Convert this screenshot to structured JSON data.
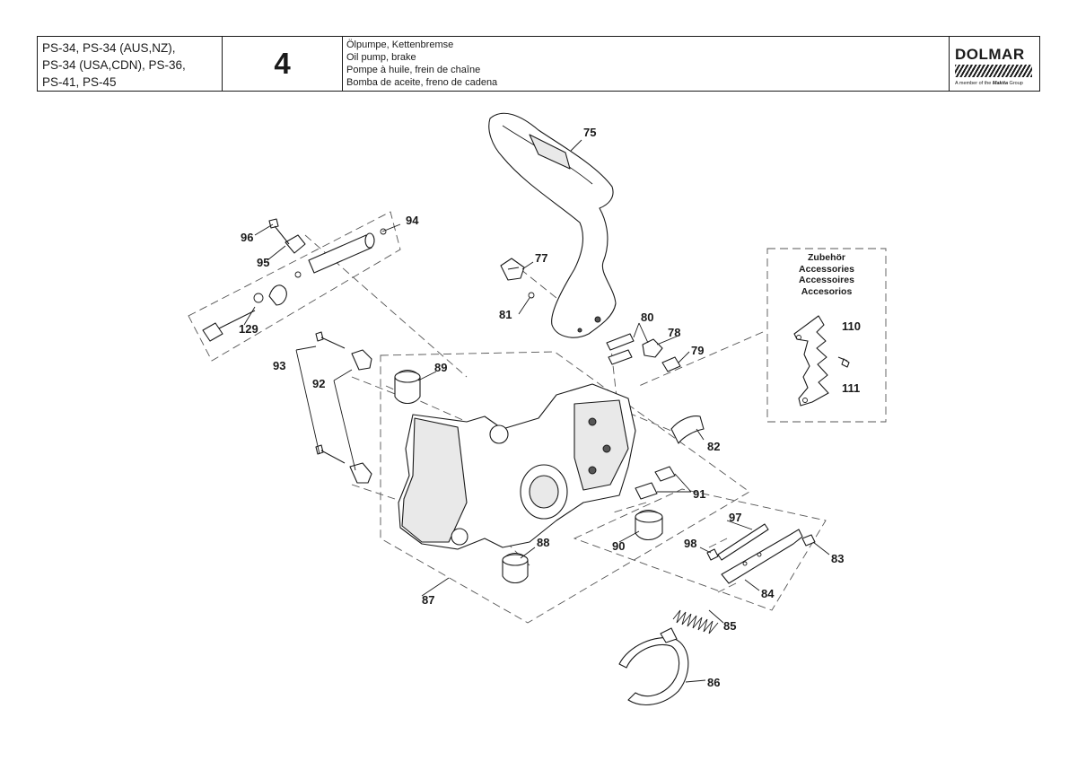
{
  "header": {
    "models": [
      "PS-34, PS-34 (AUS,NZ),",
      "PS-34 (USA,CDN), PS-36,",
      "PS-41, PS-45"
    ],
    "page_number": "4",
    "titles": [
      "Ölpumpe, Kettenbremse",
      "Oil pump, brake",
      "Pompe à huile, frein de chaîne",
      "Bomba de aceite, freno de cadena"
    ],
    "logo": {
      "brand": "DOLMAR",
      "tagline_prefix": "A member of the",
      "tagline_brand": "Makita",
      "tagline_suffix": "Group"
    }
  },
  "accessories": {
    "heading": [
      "Zubehör",
      "Accessories",
      "Accessoires",
      "Accesorios"
    ],
    "part_numbers": [
      "110",
      "111"
    ]
  },
  "parts": {
    "p75": "75",
    "p77": "77",
    "p78": "78",
    "p79": "79",
    "p80": "80",
    "p81": "81",
    "p82": "82",
    "p83": "83",
    "p84": "84",
    "p85": "85",
    "p86": "86",
    "p87": "87",
    "p88": "88",
    "p89": "89",
    "p90": "90",
    "p91": "91",
    "p92": "92",
    "p93": "93",
    "p94": "94",
    "p95": "95",
    "p96": "96",
    "p97": "97",
    "p98": "98",
    "p129": "129"
  },
  "colors": {
    "ink": "#1a1a1a",
    "background": "#ffffff"
  }
}
